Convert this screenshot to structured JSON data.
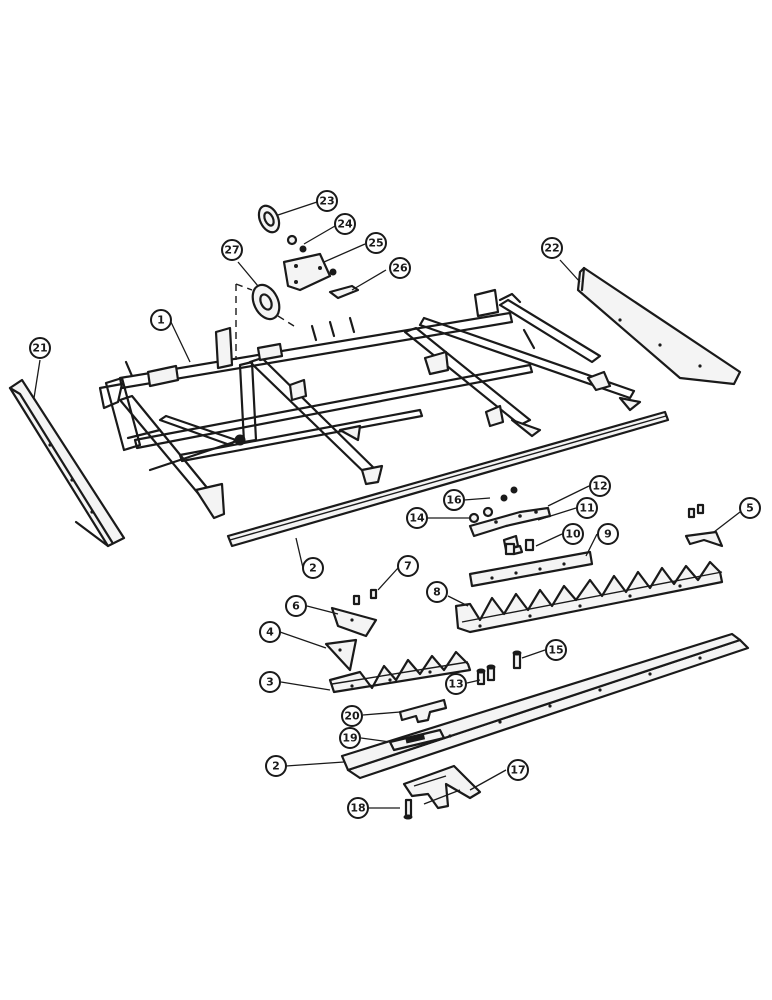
{
  "callouts": {
    "c1": "1",
    "c2a": "2",
    "c2b": "2",
    "c3": "3",
    "c4": "4",
    "c5": "5",
    "c6": "6",
    "c7": "7",
    "c8": "8",
    "c9": "9",
    "c10": "10",
    "c11": "11",
    "c12": "12",
    "c13": "13",
    "c14": "14",
    "c15": "15",
    "c16": "16",
    "c17": "17",
    "c18": "18",
    "c19": "19",
    "c20": "20",
    "c21": "21",
    "c22": "22",
    "c23": "23",
    "c24": "24",
    "c25": "25",
    "c26": "26",
    "c27": "27"
  }
}
